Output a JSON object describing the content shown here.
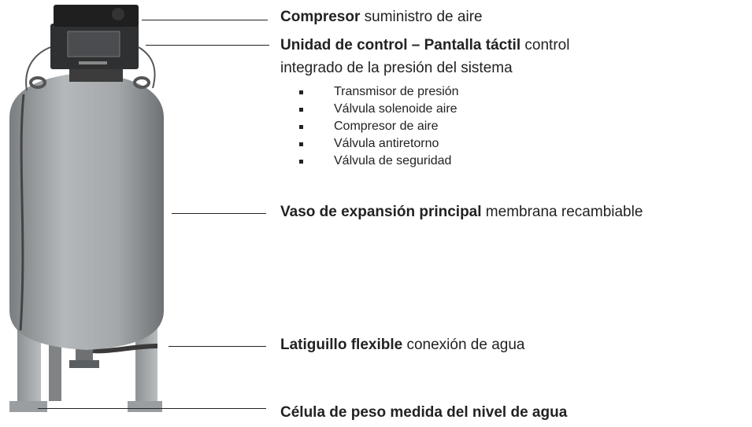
{
  "labels": [
    {
      "name": "compresor",
      "bold": "Compresor",
      "rest": " suministro de aire"
    },
    {
      "name": "unidad-control",
      "bold": "Unidad de control – Pantalla táctil",
      "rest": " control"
    },
    {
      "name": "vaso-expansion",
      "bold": "Vaso de expansión principal",
      "rest": " membrana recambiable"
    },
    {
      "name": "latiguillo",
      "bold": "Latiguillo flexible",
      "rest": " conexión de agua"
    },
    {
      "name": "celula-peso",
      "bold": "Célula de peso medida del nivel de agua",
      "rest": ""
    }
  ],
  "control_continuation": "integrado de la presión del sistema",
  "control_components": [
    "Transmisor de presión",
    "Válvula solenoide aire",
    "Compresor de aire",
    "Válvula antiretorno",
    "Válvula de seguridad"
  ]
}
